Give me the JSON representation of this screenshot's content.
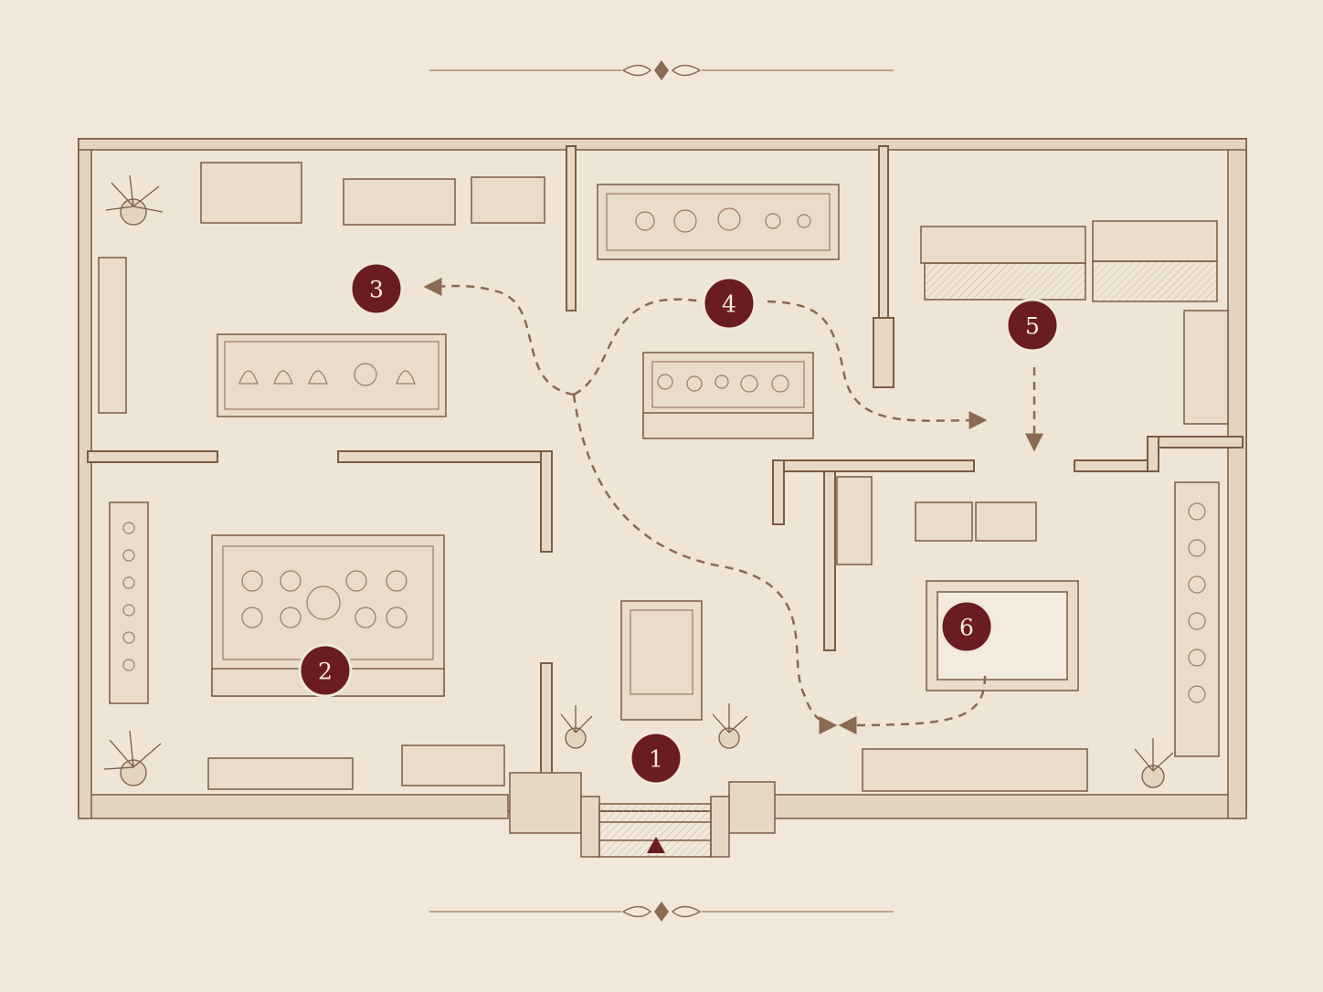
{
  "colors": {
    "paper": "#f1e8db",
    "ink": "#7a5c44",
    "ink_light": "#a98d72",
    "wood_fill": "#e9dccb",
    "marker": "#6b1c22",
    "marker_text": "#f6ede2",
    "route": "#8a6a52"
  },
  "markers": [
    {
      "id": "1",
      "label": "1"
    },
    {
      "id": "2",
      "label": "2"
    },
    {
      "id": "3",
      "label": "3"
    },
    {
      "id": "4",
      "label": "4"
    },
    {
      "id": "5",
      "label": "5"
    },
    {
      "id": "6",
      "label": "6"
    }
  ],
  "icons": {
    "entrance": "entrance-arrow-icon",
    "plant": "potted-plant-icon",
    "ornament": "flourish-ornament-icon"
  }
}
